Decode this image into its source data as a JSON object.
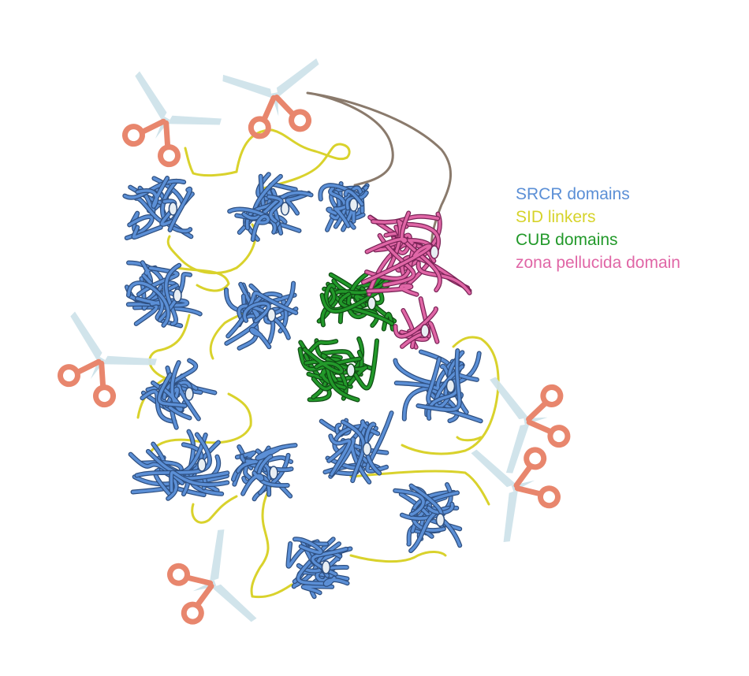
{
  "legend": {
    "items": [
      {
        "label": "SRCR domains",
        "color": "#5b8fd6"
      },
      {
        "label": "SID linkers",
        "color": "#d6d32a"
      },
      {
        "label": "CUB domains",
        "color": "#22992a"
      },
      {
        "label": "zona pellucida domain",
        "color": "#e066a6"
      }
    ]
  },
  "colors": {
    "srcr": "#5b8fd6",
    "srcr_dark": "#2e4f80",
    "linker": "#d9d22c",
    "linker_dark": "#6f6a10",
    "cub": "#22992a",
    "cub_dark": "#0f4d13",
    "zp": "#e066a6",
    "zp_dark": "#7a2457",
    "tail": "#8a7a6c",
    "scissor_handle": "#e8866d",
    "scissor_blade": "#cfe3ea"
  },
  "icons": [
    "scissors-icon"
  ]
}
